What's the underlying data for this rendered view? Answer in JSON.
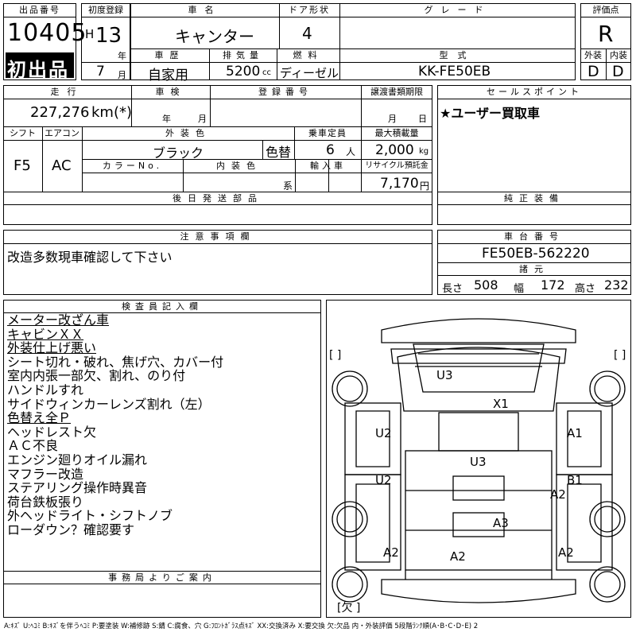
{
  "header": {
    "lot_label": "出品番号",
    "lot_number": "10405",
    "first_listing": "初出品",
    "first_reg_label": "初度登録",
    "era": "H",
    "first_reg_year": "13",
    "year_unit": "年",
    "first_reg_month": "7",
    "month_unit": "月",
    "car_name_label": "車名",
    "car_name": "キャンター",
    "door_label": "ドア形状",
    "doors": "4",
    "grade_label": "グレード",
    "grade": "",
    "score_label": "評価点",
    "score": "R",
    "history_label": "車歴",
    "history": "自家用",
    "displacement_label": "排気量",
    "displacement": "5200",
    "displacement_unit": "cc",
    "fuel_label": "燃料",
    "fuel": "ディーゼル",
    "model_code_label": "型式",
    "model_code": "KK-FE50EB",
    "exterior_label": "外装",
    "exterior_score": "D",
    "interior_label": "内装",
    "interior_score": "D"
  },
  "details": {
    "mileage_label": "走行",
    "mileage": "227,276",
    "mileage_unit": "km(*)",
    "inspection_label": "車検",
    "inspection_year_unit": "年",
    "inspection_month_unit": "月",
    "reg_number_label": "登録番号",
    "transfer_label": "譲渡書類期限",
    "transfer_month_unit": "月",
    "transfer_day_unit": "日",
    "shift_label": "シフト",
    "shift": "F5",
    "ac_label": "エアコン",
    "ac": "AC",
    "ext_color_label": "外装色",
    "ext_color": "ブラック",
    "repaint": "色替",
    "capacity_label": "乗車定員",
    "capacity": "6",
    "capacity_unit": "人",
    "max_load_label": "最大積載量",
    "max_load": "2,000",
    "max_load_unit": "kg",
    "color_no_label": "カラーNo.",
    "int_color_label": "内装色",
    "int_color_suffix": "系",
    "import_label": "輸入車",
    "recycle_label": "リサイクル預託金",
    "recycle_fee": "7,170",
    "recycle_unit": "円",
    "later_parts_label": "後日発送部品",
    "equipment_label": "純正装備",
    "sales_points_label": "セールスポイント",
    "sales_points": "★ユーザー買取車",
    "caution_label": "注意事項欄",
    "caution": "改造多数現車確認して下さい",
    "chassis_label": "車台番号",
    "chassis_number": "FE50EB-562220",
    "specs_label": "諸元",
    "length_label": "長さ",
    "length": "508",
    "width_label": "幅",
    "width": "172",
    "height_label": "高さ",
    "height": "232"
  },
  "inspector": {
    "label": "検査員記入欄",
    "notes": [
      {
        "text": "メーター改ざん車",
        "underline": true
      },
      {
        "text": "キャビンＸＸ",
        "underline": true
      },
      {
        "text": "外装仕上げ悪い",
        "underline": true
      },
      {
        "text": "シート切れ・破れ、焦げ穴、カバー付",
        "underline": false
      },
      {
        "text": "室内内張一部欠、割れ、のり付",
        "underline": false
      },
      {
        "text": "ハンドルすれ",
        "underline": false
      },
      {
        "text": "サイドウィンカーレンズ割れ（左）",
        "underline": false
      },
      {
        "text": "色替え全Ｐ",
        "underline": true
      },
      {
        "text": "ヘッドレスト欠",
        "underline": false
      },
      {
        "text": "ＡＣ不良",
        "underline": false
      },
      {
        "text": "エンジン廻りオイル漏れ",
        "underline": false
      },
      {
        "text": "マフラー改造",
        "underline": false
      },
      {
        "text": "ステアリング操作時異音",
        "underline": false
      },
      {
        "text": "荷台鉄板張り",
        "underline": false
      },
      {
        "text": "外ヘッドライト・シフトノブ",
        "underline": false
      },
      {
        "text": "ローダウン？確認要す",
        "underline": false
      }
    ],
    "office_label": "事務局よりご案内"
  },
  "damage_marks": {
    "cab_top": "U3",
    "windshield": "X1",
    "left_front_door": "U2",
    "right_front_door": "A1",
    "roof_center": "U3",
    "left_rear": "U2",
    "right_rear": "B1",
    "right_bed": "A2",
    "bed_center": "A3",
    "left_rear_corner": "A2",
    "rear_center": "A2",
    "right_rear_corner": "A2",
    "bracket_top_left": "[ ]",
    "bracket_top_right": "[ ]",
    "bracket_bottom": "[欠 ]"
  },
  "legend": "A:ｷｽﾞ U:ﾍｺﾐ B:ｷｽﾞを伴うﾍｺﾐ P:要塗装 W:補修跡 S:錆 C:腐食、穴 G:ﾌﾛﾝﾄｶﾞﾗｽ点ｷｽﾞ XX:交換済み X:要交換 欠:欠品 内・外装評価 5段階ﾗﾝｸ順(A･B･C･D･E) 2"
}
